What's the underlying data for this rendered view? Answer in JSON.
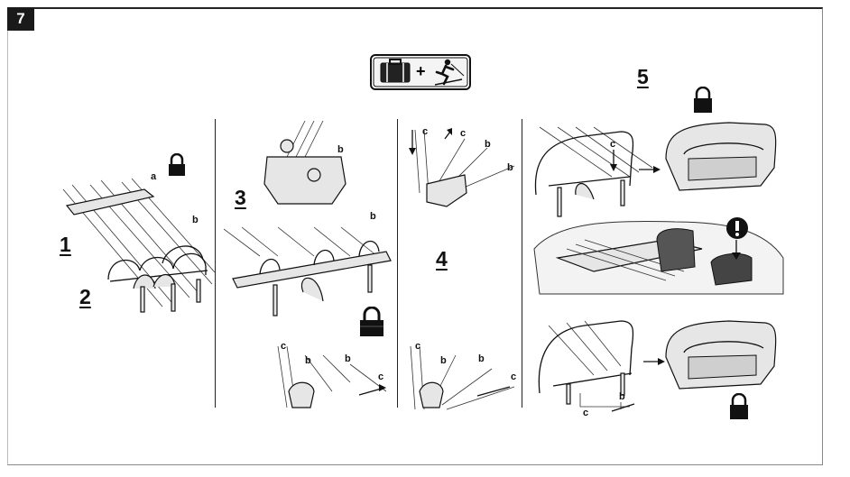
{
  "page": {
    "badge_number": "7",
    "header_symbol_plus": "+"
  },
  "steps": {
    "s1": "1",
    "s2": "2",
    "s3": "3",
    "s4": "4",
    "s5": "5"
  },
  "callouts": {
    "a": "a",
    "b": "b",
    "c": "c"
  },
  "icons": [
    "padlock-icon",
    "luggage-icon",
    "skier-icon",
    "exclamation-icon",
    "arrow-icon"
  ]
}
